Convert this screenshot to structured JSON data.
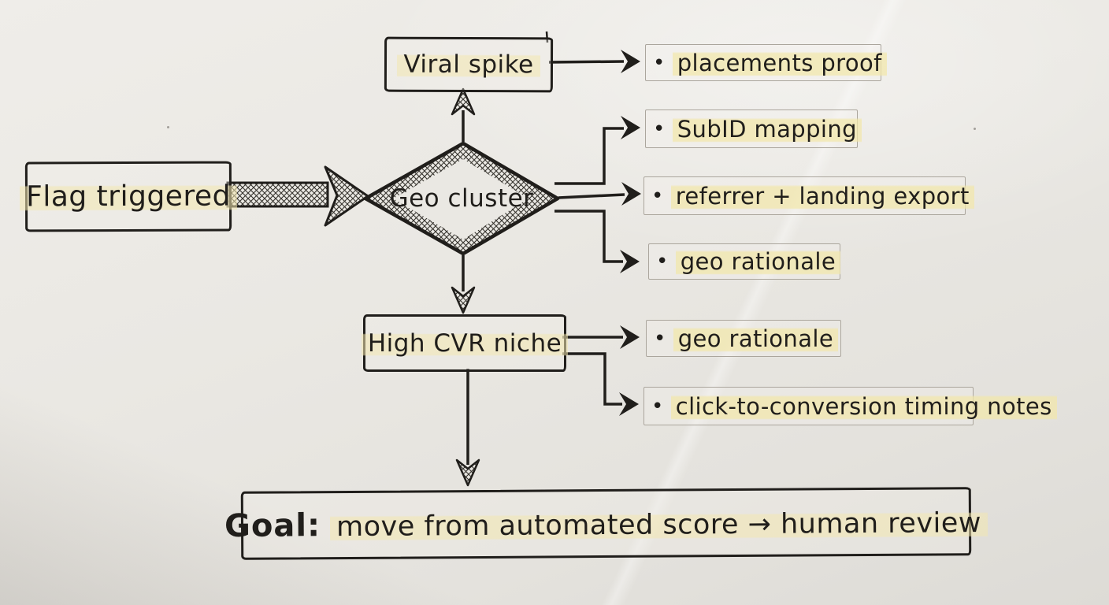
{
  "colors": {
    "paper": "#e8e6e1",
    "ink": "#201e1b",
    "highlight": "#f2e7b2",
    "bullet_border": "#aba69d"
  },
  "ui": {
    "bullet_marker": "•"
  },
  "nodes": {
    "flag_triggered": {
      "label": "Flag triggered"
    },
    "viral_spike": {
      "label": "Viral spike"
    },
    "geo_cluster": {
      "label": "Geo cluster"
    },
    "high_cvr_niche": {
      "label": "High CVR niche"
    },
    "goal": {
      "prefix": "Goal:",
      "text": "move from automated score → human review"
    }
  },
  "bullets": [
    {
      "id": "placements-proof",
      "text": "placements proof"
    },
    {
      "id": "subid-mapping",
      "text": "SubID mapping"
    },
    {
      "id": "referrer-landing-export",
      "text": "referrer + landing export"
    },
    {
      "id": "geo-rationale-from-geo-cluster",
      "text": "geo rationale"
    },
    {
      "id": "geo-rationale-from-high-cvr",
      "text": "geo rationale"
    },
    {
      "id": "click-to-conversion-timing-notes",
      "text": "click-to-conversion timing notes"
    }
  ]
}
